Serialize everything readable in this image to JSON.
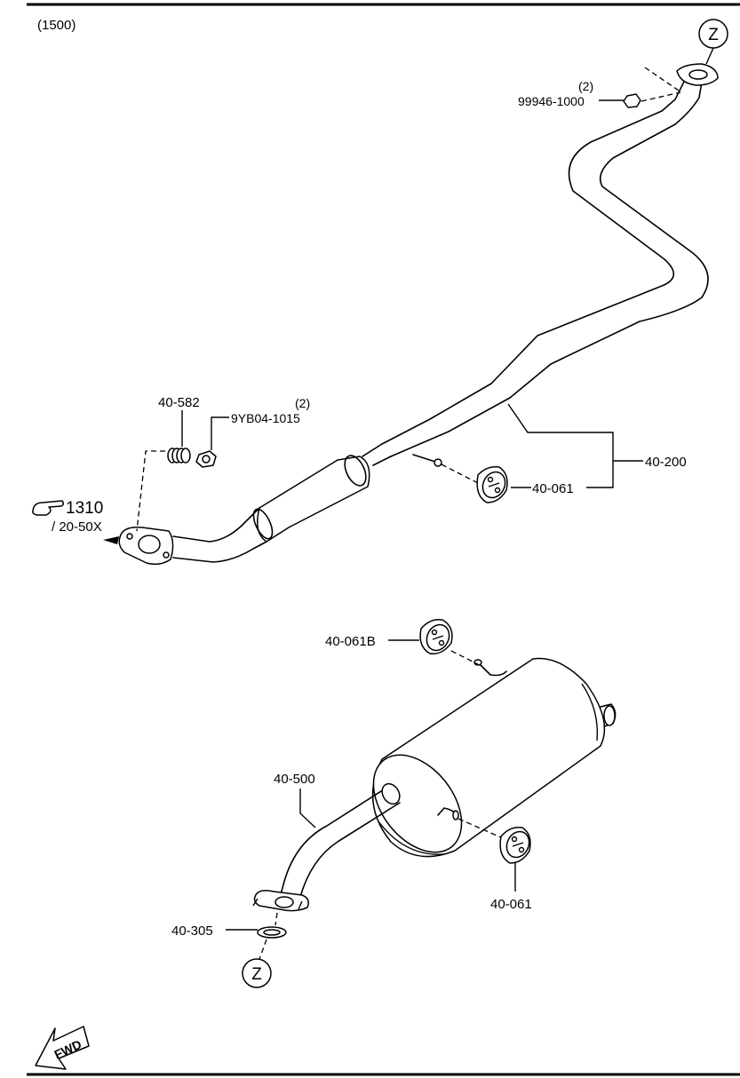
{
  "header": {
    "variant": "(1500)"
  },
  "callouts": {
    "nut_top": {
      "qty": "(2)",
      "part": "99946-1000"
    },
    "spring": {
      "part": "40-582"
    },
    "bolt": {
      "qty": "(2)",
      "part": "9YB04-1015"
    },
    "reference": {
      "page": "1310",
      "sub": "/ 20-50X",
      "icon": "pointing-hand-icon"
    },
    "front_pipe": {
      "part": "40-200"
    },
    "hanger_front": {
      "part": "40-061"
    },
    "hanger_b": {
      "part": "40-061B"
    },
    "silencer": {
      "part": "40-500"
    },
    "gasket": {
      "part": "40-305"
    },
    "hanger_rear": {
      "part": "40-061"
    },
    "connector_mark": {
      "top": "Z",
      "bottom": "Z"
    }
  },
  "footer": {
    "fwd_label": "FWD",
    "icon": "forward-arrow-icon"
  },
  "colors": {
    "line": "#000000",
    "background": "#ffffff"
  }
}
